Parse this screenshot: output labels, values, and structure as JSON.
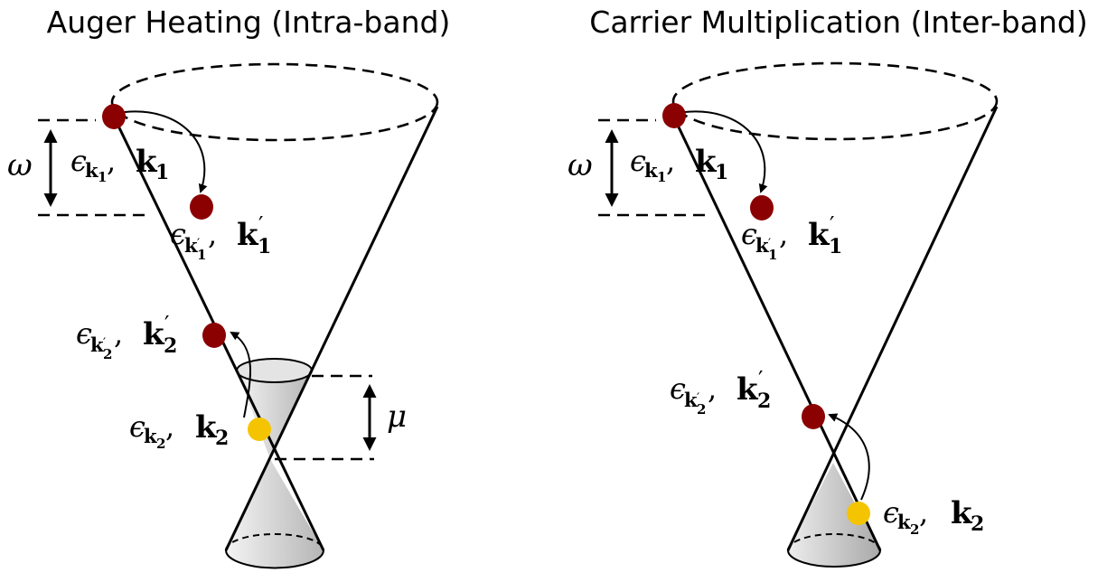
{
  "panels": [
    {
      "title": "Auger Heating (Intra-band)",
      "omega": "ω",
      "mu": "μ",
      "labels": {
        "e1": {
          "eps": "ϵ",
          "sub": "k",
          "subsub": "1",
          "sep": ", ",
          "k": "k",
          "kidx": "1",
          "prime": ""
        },
        "e1p": {
          "eps": "ϵ",
          "sub": "k",
          "subsub": "1",
          "subprime": "′",
          "sep": ", ",
          "k": "k",
          "kidx": "1",
          "prime": "′"
        },
        "e2p": {
          "eps": "ϵ",
          "sub": "k",
          "subsub": "2",
          "subprime": "′",
          "sep": ", ",
          "k": "k",
          "kidx": "2",
          "prime": "′"
        },
        "e2": {
          "eps": "ϵ",
          "sub": "k",
          "subsub": "2",
          "sep": ", ",
          "k": "k",
          "kidx": "2",
          "prime": ""
        }
      }
    },
    {
      "title": "Carrier Multiplication (Inter-band)",
      "omega": "ω",
      "labels": {
        "e1": {
          "eps": "ϵ",
          "sub": "k",
          "subsub": "1",
          "sep": ", ",
          "k": "k",
          "kidx": "1",
          "prime": ""
        },
        "e1p": {
          "eps": "ϵ",
          "sub": "k",
          "subsub": "1",
          "subprime": "′",
          "sep": ", ",
          "k": "k",
          "kidx": "1",
          "prime": "′"
        },
        "e2p": {
          "eps": "ϵ",
          "sub": "k",
          "subsub": "2",
          "subprime": "′",
          "sep": ", ",
          "k": "k",
          "kidx": "2",
          "prime": "′"
        },
        "e2": {
          "eps": "ϵ",
          "sub": "k",
          "subsub": "2",
          "sep": ", ",
          "k": "k",
          "kidx": "2",
          "prime": ""
        }
      }
    }
  ],
  "colors": {
    "electron": "#8b0000",
    "hole": "#f5c400",
    "cone_fill_light": "#f2f2f2",
    "cone_fill_dark": "#b8b8b8"
  }
}
